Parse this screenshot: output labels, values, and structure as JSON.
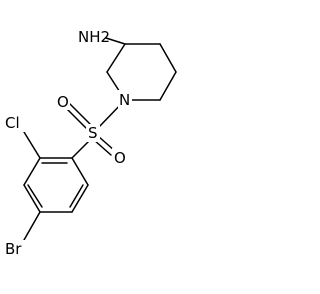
{
  "molecule": {
    "atoms": {
      "nh2": "NH2",
      "n": "N",
      "s": "S",
      "o_top": "O",
      "o_bottom": "O",
      "cl": "Cl",
      "br": "Br"
    }
  }
}
